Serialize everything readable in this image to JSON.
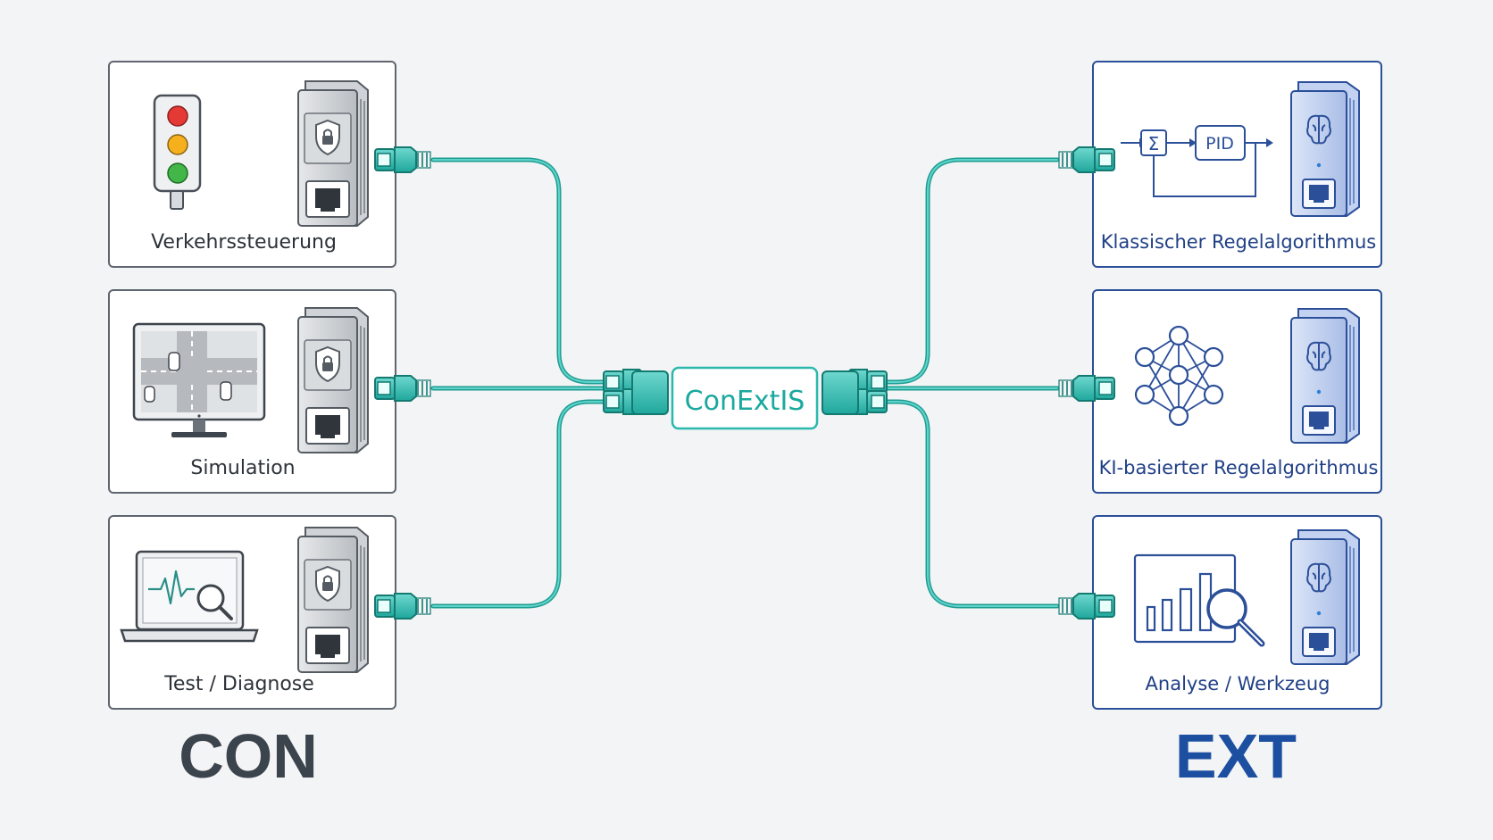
{
  "center": {
    "label": "ConExtIS"
  },
  "left": {
    "group_label": "CON",
    "boxes": [
      {
        "label": "Verkehrssteuerung",
        "icon": "traffic-light-icon"
      },
      {
        "label": "Simulation",
        "icon": "monitor-simulation-icon"
      },
      {
        "label": "Test / Diagnose",
        "icon": "laptop-diagnosis-icon"
      }
    ]
  },
  "right": {
    "group_label": "EXT",
    "boxes": [
      {
        "label": "Klassischer Regelalgorithmus",
        "icon": "pid-control-loop-icon",
        "pid_text": "PID",
        "sum_symbol": "Σ"
      },
      {
        "label": "KI-basierter Regelalgorithmus",
        "icon": "neural-network-icon"
      },
      {
        "label": "Analyse / Werkzeug",
        "icon": "bar-chart-magnifier-icon"
      }
    ]
  },
  "colors": {
    "cable": "#2bb8ad",
    "con": "#3b434c",
    "ext": "#1d4fa1",
    "box_border_left": "#5f6670",
    "box_border_right": "#2b4f99",
    "background": "#f3f4f5"
  }
}
